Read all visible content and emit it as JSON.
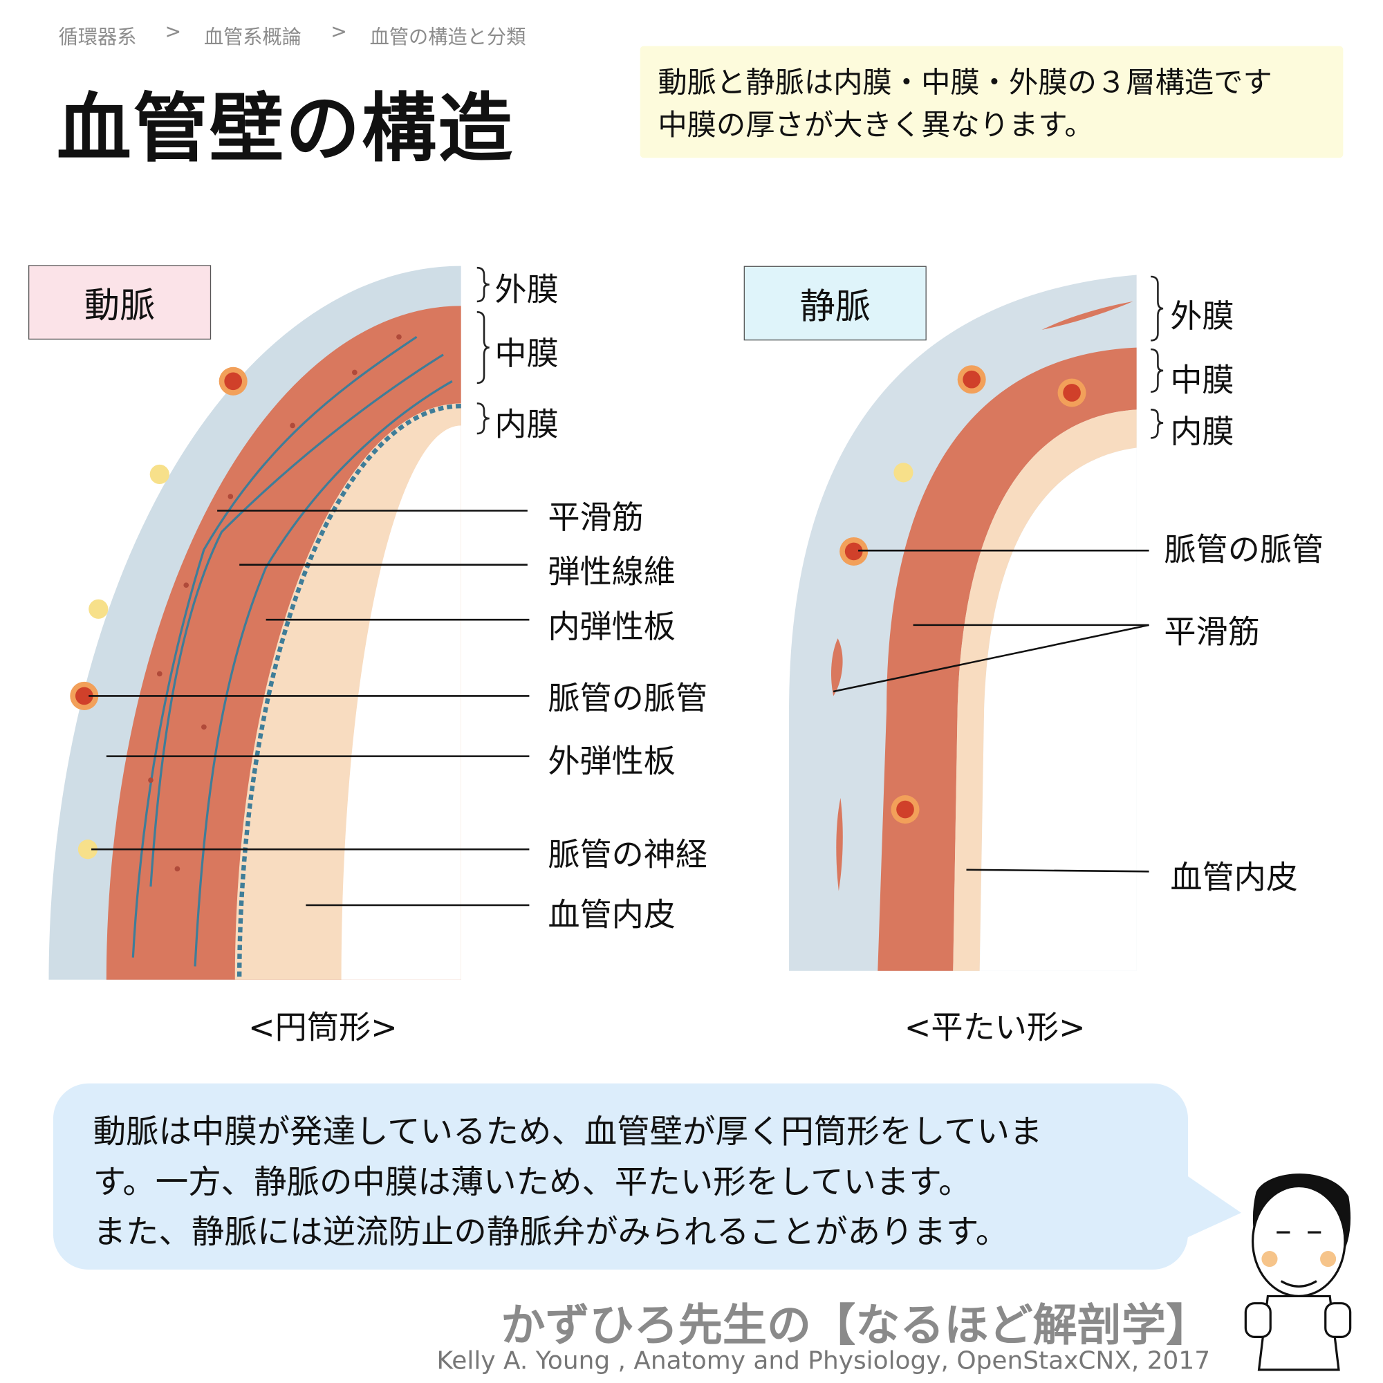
{
  "breadcrumb": [
    "循環器系",
    "血管系概論",
    "血管の構造と分類"
  ],
  "breadcrumb_separator": ">",
  "title": "血管壁の構造",
  "note": [
    "動脈と静脈は内膜・中膜・外膜の３層構造です",
    "中膜の厚さが大きく異なります。"
  ],
  "artery": {
    "tag": "動脈",
    "layers": [
      "外膜",
      "中膜",
      "内膜"
    ],
    "labels": [
      "平滑筋",
      "弾性線維",
      "内弾性板",
      "脈管の脈管",
      "外弾性板",
      "脈管の神経",
      "血管内皮"
    ],
    "shape": "<円筒形>"
  },
  "vein": {
    "tag": "静脈",
    "layers": [
      "外膜",
      "中膜",
      "内膜"
    ],
    "labels": [
      "脈管の脈管",
      "平滑筋",
      "血管内皮"
    ],
    "shape": "<平たい形>"
  },
  "bubble": [
    "動脈は中膜が発達しているため、血管壁が厚く円筒形をしていま",
    "す。一方、静脈の中膜は薄いため、平たい形をしています。",
    "また、静脈には逆流防止の静脈弁がみられることがあります。"
  ],
  "brand": "かずひろ先生の【なるほど解剖学】",
  "citation": "Kelly A. Young , Anatomy and Physiology, OpenStaxCNX, 2017",
  "colors": {
    "adventitia": "#cfdde6",
    "media": "#d9785e",
    "intima": "#f8dcc0",
    "artery_tag": "#fbe3e8",
    "vein_tag": "#dff4fa",
    "note_bg": "#fdfbdc",
    "bubble_bg": "#dcedfb"
  }
}
